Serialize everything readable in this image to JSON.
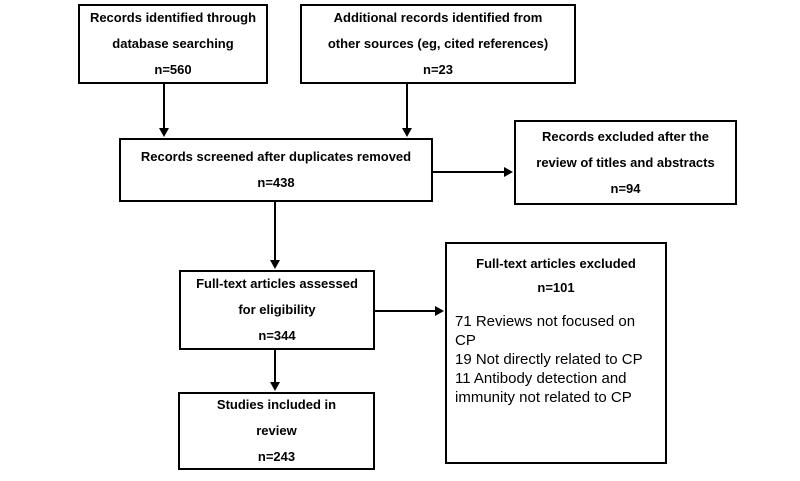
{
  "diagram": {
    "background_color": "#ffffff",
    "line_color": "#000000",
    "boxes": {
      "identified": {
        "lines": [
          "Records identified through",
          "database searching",
          "n=560"
        ]
      },
      "additional_sources": {
        "lines": [
          "Additional records identified from",
          "other sources (eg, cited references)",
          "n=23"
        ]
      },
      "screened": {
        "lines": [
          "Records screened after duplicates removed",
          "n=438"
        ]
      },
      "excluded_titles_abstracts": {
        "lines": [
          "Records excluded after the",
          "review of titles and abstracts",
          "n=94"
        ]
      },
      "fulltext_assessed": {
        "lines": [
          "Full-text articles assessed",
          "for eligibility",
          "n=344"
        ]
      },
      "fulltext_excluded": {
        "heading_lines": [
          "Full-text articles excluded",
          "n=101"
        ],
        "reasons": [
          "71 Reviews not focused on CP",
          "19 Not directly related to CP",
          "11 Antibody detection and immunity not related to CP"
        ]
      },
      "included": {
        "lines": [
          "Studies included in",
          "review",
          "n=243"
        ]
      }
    },
    "edges": [
      {
        "from": "identified",
        "to": "screened"
      },
      {
        "from": "additional_sources",
        "to": "screened"
      },
      {
        "from": "screened",
        "to": "excluded_titles_abstracts"
      },
      {
        "from": "screened",
        "to": "fulltext_assessed"
      },
      {
        "from": "fulltext_assessed",
        "to": "fulltext_excluded"
      },
      {
        "from": "fulltext_assessed",
        "to": "included"
      }
    ]
  }
}
